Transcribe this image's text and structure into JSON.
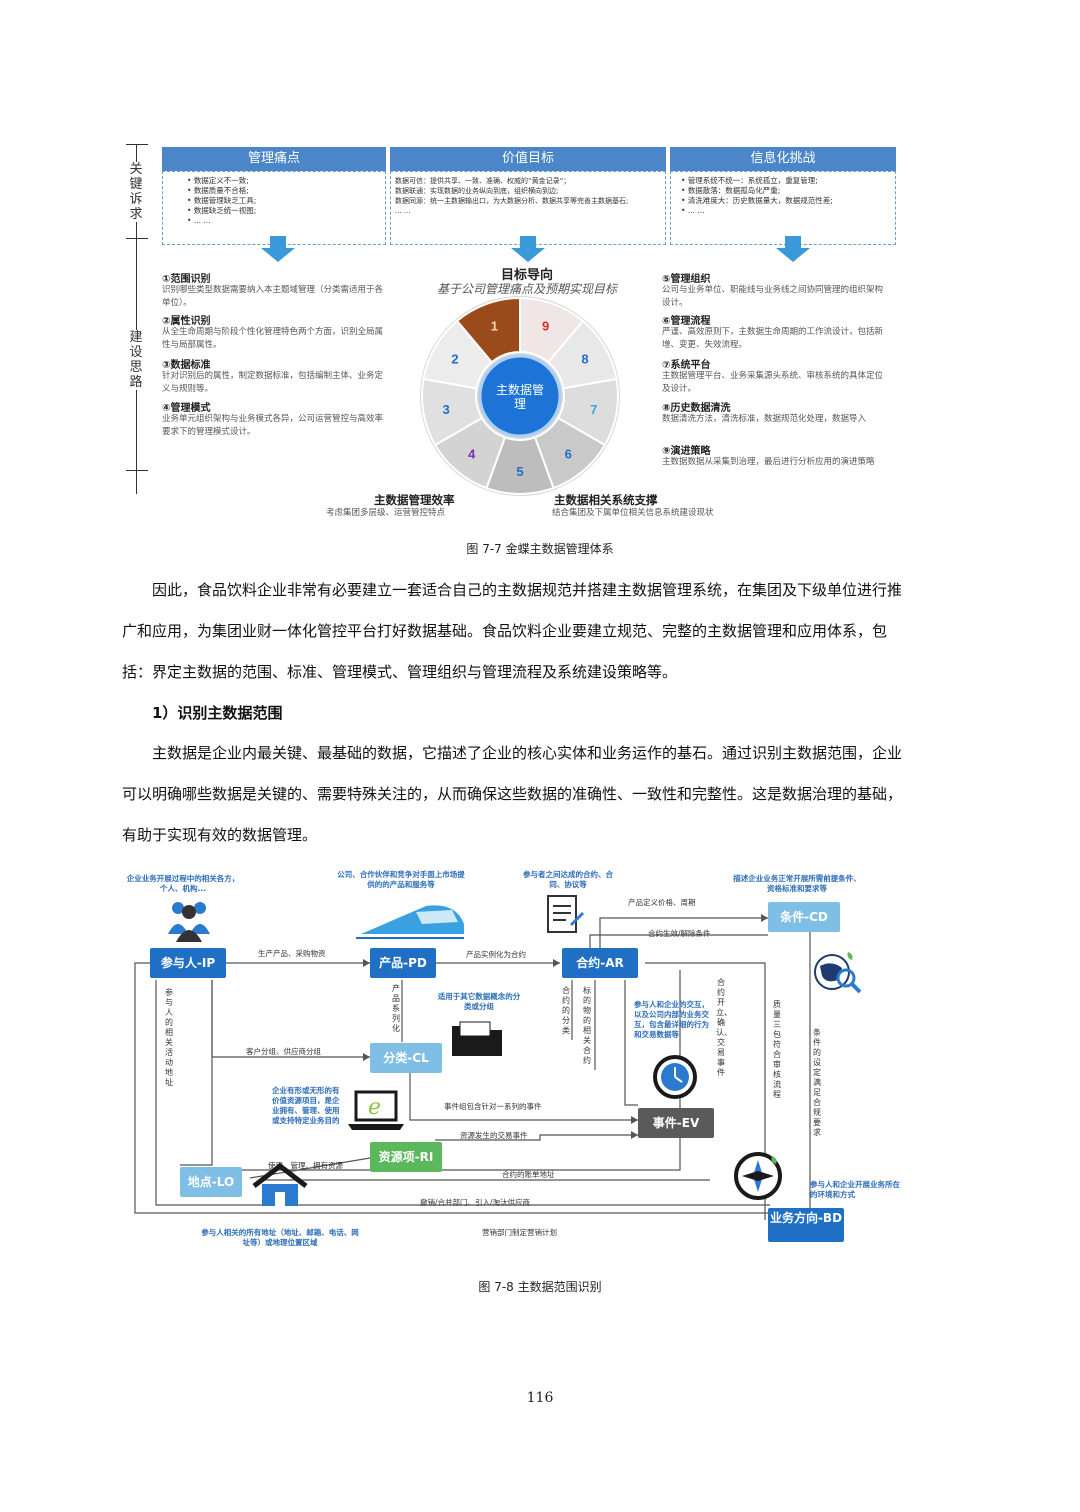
{
  "fig77": {
    "side_top": "关键诉求",
    "side_bottom": "建设思路",
    "columns": [
      {
        "title": "管理痛点",
        "items": [
          "数据定义不一致;",
          "数据质量不合格;",
          "数据管理缺乏工具;",
          "数据缺乏统一视图;",
          "... ..."
        ]
      },
      {
        "title": "价值目标",
        "items": [
          "数据可信：提供共享、一致、准确、权威的“黄金记录”；",
          "数据联通：实现数据的业务纵向到底，组织横向到边;",
          "数据同源：统一主数据输出口，为大数据分析、数据共享等完善主数据基石;",
          "... ..."
        ]
      },
      {
        "title": "信息化挑战",
        "items": [
          "管理系统不统一：系统孤立，重复管理;",
          "数据散落：数据孤岛化严重;",
          "清洗难度大：历史数据量大，数据规范性差;",
          "... ..."
        ]
      }
    ],
    "left_items": [
      {
        "title": "①范围识别",
        "desc": "识别哪些类型数据需要纳入本主题域管理（分类需适用于各单位）。"
      },
      {
        "title": "②属性识别",
        "desc": "从全生命周期与阶段个性化管理特色两个方面，识别全局属性与局部属性。"
      },
      {
        "title": "③数据标准",
        "desc": "针对识别后的属性，制定数据标准，包括编制主体、业务定义与规则等。"
      },
      {
        "title": "④管理模式",
        "desc": "业务单元组织架构与业务模式各异，公司运营管控与高效率要求下的管理模式设计。"
      }
    ],
    "right_items": [
      {
        "title": "⑤管理组织",
        "desc": "公司与业务单位、职能线与业务线之间协同管理的组织架构设计。"
      },
      {
        "title": "⑥管理流程",
        "desc": "严谨、高效原则下，主数据生命周期的工作流设计，包括新增、变更、失效流程。"
      },
      {
        "title": "⑦系统平台",
        "desc": "主数据管理平台、业务采集源头系统、审核系统的具体定位及设计。"
      },
      {
        "title": "⑧历史数据清洗",
        "desc": "数据清洗方法，清洗标准，数据规范化处理，数据导入"
      },
      {
        "title": "⑨演进策略",
        "desc": "主数据数据从采集到治理，最后进行分析应用的演进策略"
      }
    ],
    "goal_title": "目标导向",
    "goal_sub": "基于公司管理痛点及预期实现目标",
    "center": "主数据管理",
    "segments": [
      "1",
      "2",
      "3",
      "4",
      "5",
      "6",
      "7",
      "8",
      "9"
    ],
    "bottom_left_title": "主数据管理效率",
    "bottom_left_sub": "考虑集团多层级、运营管控特点",
    "bottom_right_title": "主数据相关系统支撑",
    "bottom_right_sub": "结合集团及下属单位相关信息系统建设现状",
    "caption": "图 7-7  金蝶主数据管理体系"
  },
  "text": {
    "para1": "因此，食品饮料企业非常有必要建立一套适合自己的主数据规范并搭建主数据管理系统，在集团及下级单位进行推广和应用，为集团业财一体化管控平台打好数据基础。食品饮料企业要建立规范、完整的主数据管理和应用体系，包括：界定主数据的范围、标准、管理模式、管理组织与管理流程及系统建设策略等。",
    "heading1": "1）识别主数据范围",
    "para2": "主数据是企业内最关键、最基础的数据，它描述了企业的核心实体和业务运作的基石。通过识别主数据范围，企业可以明确哪些数据是关键的、需要特殊关注的，从而确保这些数据的准确性、一致性和完整性。这是数据治理的基础，有助于实现有效的数据管理。"
  },
  "fig78": {
    "nodes": {
      "ip": "参与人-IP",
      "pd": "产品-PD",
      "ar": "合约-AR",
      "cd": "条件-CD",
      "cl": "分类-CL",
      "ev": "事件-EV",
      "ri": "资源项-RI",
      "lo": "地点-LO",
      "bd": "业务方向-BD"
    },
    "annos": {
      "ip": "企业业务开展过程中的相关各方，个人、机构...",
      "pd": "公司、合作伙伴和竞争对手面上市场提供的的产品和服务等",
      "ar": "参与者之间达成的合约、合同、协议等",
      "cd": "描述企业业务正常开展所需前提条件、资格标准和要求等",
      "cl": "适用于其它数据概念的分类或分组",
      "ev": "参与人和企业的交互，以及公司内部的业务交互，包含最详细的行为和交易数据等",
      "ri": "企业有形或无形的有价值资源项目，是企业拥有、管理、使用或支持特定业务目的",
      "bd": "参与人和企业开展业务所在的环境和方式",
      "lo": "参与人相关的所有地址（地址、邮箱、电话、网址等）或地理位置区域"
    },
    "edges": {
      "ip_pd": "生产产品、采购物资",
      "pd_ar": "产品实例化为合约",
      "ar_cd": "产品定义价格、周期",
      "cd_ar": "合约生效/解除条件",
      "ip_cl": "客户分组、供应商分组",
      "cl_ev": "事件组包含针对一系列的事件",
      "ri_ev": "资源发生的交易事件",
      "lo_ri": "使用、管理、拥有资源",
      "ar_lo": "合约的账单地址",
      "bd1": "撤销/合并部门、引入/淘汰供应商",
      "bd2": "营销部门制定营销计划",
      "v_ip": "参与人的相关活动地址",
      "v_pd": "产品系列化",
      "v_ar1": "合约的分类",
      "v_ar2": "标的物的相关合约",
      "v_ar3": "合约开立、确认、交易事件",
      "v_q": "质量三包符合审核流程",
      "v_cd": "条件的设定满足合规要求"
    },
    "caption": "图 7-8  主数据范围识别"
  },
  "page_number": "116",
  "colors": {
    "header_blue": "#4a86c8",
    "node_blue": "#1f6fc5",
    "node_light": "#7fbfe6",
    "node_green": "#5cb85c",
    "node_gray": "#5a5a5a",
    "segment_brown": "#9b4a1c",
    "center_blue": "#1e74d6"
  }
}
